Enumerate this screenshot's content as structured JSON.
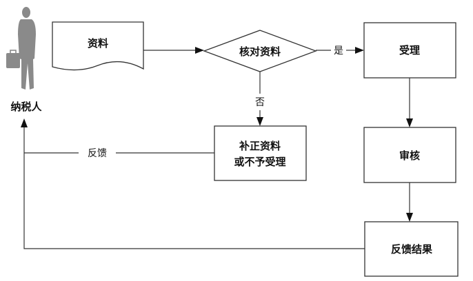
{
  "actor": {
    "label": "纳税人",
    "icon": "businessman-silhouette-icon"
  },
  "nodes": {
    "materials": "资料",
    "verify": "核对资料",
    "accept": "受理",
    "supplement_line1": "补正资料",
    "supplement_line2": "或不予受理",
    "review": "审核",
    "result": "反馈结果"
  },
  "edges": {
    "yes": "是",
    "no": "否",
    "feedback": "反馈"
  }
}
